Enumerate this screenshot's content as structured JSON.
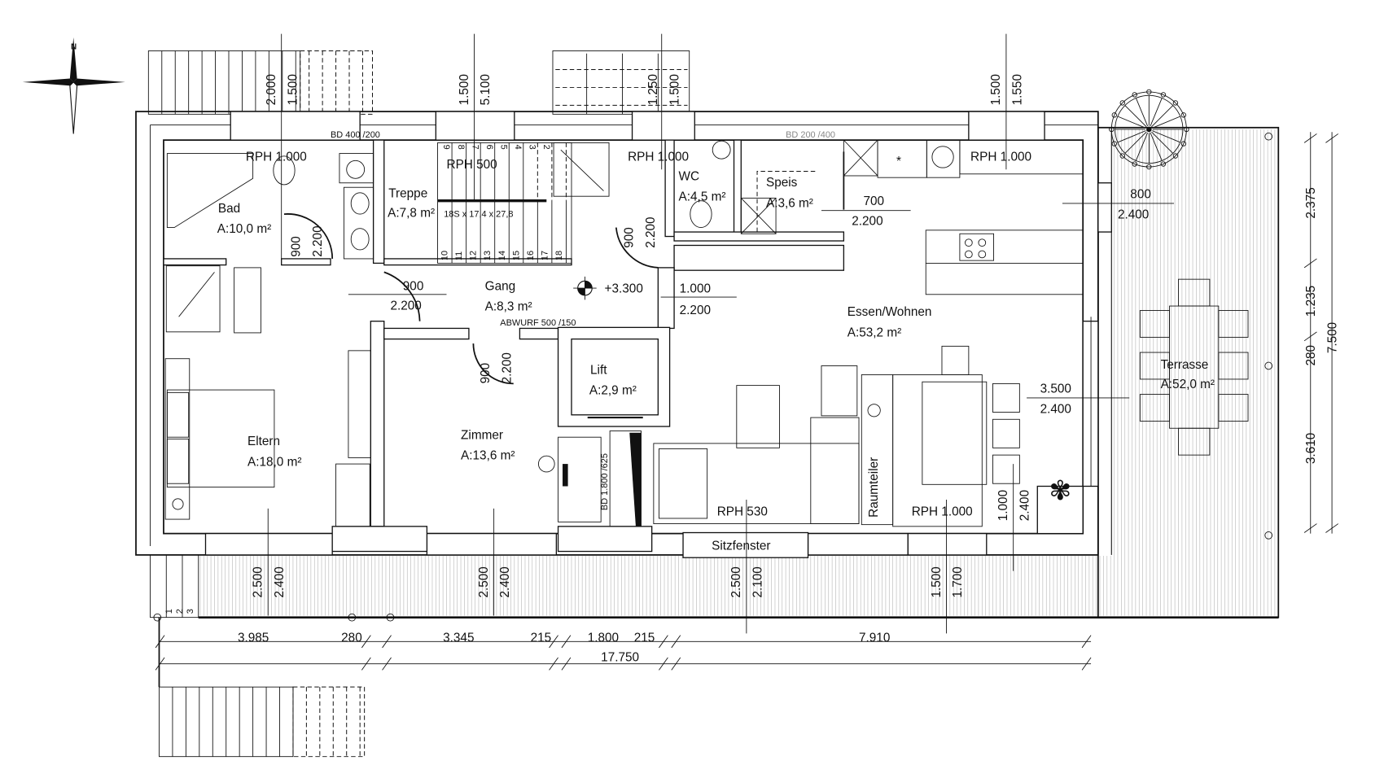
{
  "compass": {
    "north_label": "N"
  },
  "rooms": {
    "bad": {
      "name": "Bad",
      "area": "A:10,0 m²"
    },
    "treppe": {
      "name": "Treppe",
      "area": "A:7,8 m²"
    },
    "wc": {
      "name": "WC",
      "area": "A:4,5 m²"
    },
    "speis": {
      "name": "Speis",
      "area": "A:3,6 m²"
    },
    "gang": {
      "name": "Gang",
      "area": "A:8,3 m²"
    },
    "lift": {
      "name": "Lift",
      "area": "A:2,9 m²"
    },
    "essen": {
      "name": "Essen/Wohnen",
      "area": "A:53,2 m²"
    },
    "terrasse": {
      "name": "Terrasse",
      "area": "A:52,0 m²"
    },
    "eltern": {
      "name": "Eltern",
      "area": "A:18,0 m²"
    },
    "zimmer": {
      "name": "Zimmer",
      "area": "A:13,6 m²"
    }
  },
  "annotations": {
    "rph_bad": "RPH 1.000",
    "rph_treppe": "RPH 500",
    "rph_wc": "RPH 1.000",
    "rph_kitchen": "RPH 1.000",
    "rph_sofa": "RPH 530",
    "rph_essen": "RPH 1.000",
    "bd_top_left": "BD 400 /200",
    "bd_top_right": "BD 200 /400",
    "bd_zimmer": "BD 1.800 /625",
    "abwurf": "ABWURF 500 /150",
    "level": "+3.300",
    "raumteiler": "Raumteiler",
    "sitzfenster": "Sitzfenster",
    "stair_spec": "18S x 17,4 x 27,8"
  },
  "window_dims": {
    "top": [
      [
        "2.000",
        "1.500"
      ],
      [
        "1.500",
        "5.100"
      ],
      [
        "1.250",
        "1.500"
      ],
      [
        "1.500",
        "1.550"
      ]
    ],
    "bottom": [
      [
        "2.500",
        "2.400"
      ],
      [
        "2.500",
        "2.400"
      ],
      [
        "2.500",
        "2.100"
      ],
      [
        "1.500",
        "1.700"
      ]
    ],
    "essen_side": [
      "1.000",
      "2.400"
    ]
  },
  "door_dims": {
    "bad": [
      "900",
      "2.200"
    ],
    "gang": [
      "900",
      "2.200"
    ],
    "wc": [
      "900",
      "2.200"
    ],
    "zimmer": [
      "900",
      "2.200"
    ],
    "lift_hall": [
      "1.000",
      "2.200"
    ],
    "speis": [
      "700",
      "2.200"
    ],
    "terrace_top": [
      "800",
      "2.400"
    ],
    "terrace_mid": [
      "3.500",
      "2.400"
    ]
  },
  "dimension_chain": {
    "segments": [
      "3.985",
      "280",
      "3.345",
      "215",
      "1.800",
      "215",
      "7.910"
    ],
    "total": "17.750"
  },
  "right_dims": {
    "segments": [
      "2.375",
      "1.235",
      "280",
      "3.610"
    ],
    "total": "7.500"
  },
  "stair_numbers": {
    "upper": [
      "9",
      "8",
      "7",
      "6",
      "5",
      "4",
      "3",
      "2"
    ],
    "lower": [
      "10",
      "11",
      "12",
      "13",
      "14",
      "15",
      "16",
      "17",
      "18"
    ],
    "outside": [
      "1",
      "2",
      "3"
    ]
  }
}
